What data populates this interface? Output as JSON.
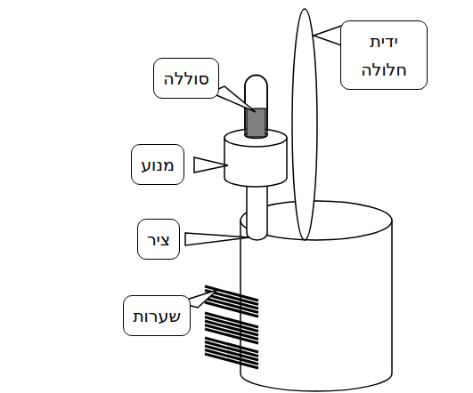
{
  "diagram": {
    "nodes": [
      {
        "text": [
          "ידית חלולה"
        ]
      },
      {
        "text": [
          "סוללה"
        ]
      },
      {
        "text": [
          "מנוע"
        ]
      },
      {
        "text": [
          "ציר"
        ]
      },
      {
        "text": [
          "שערות"
        ]
      }
    ]
  }
}
